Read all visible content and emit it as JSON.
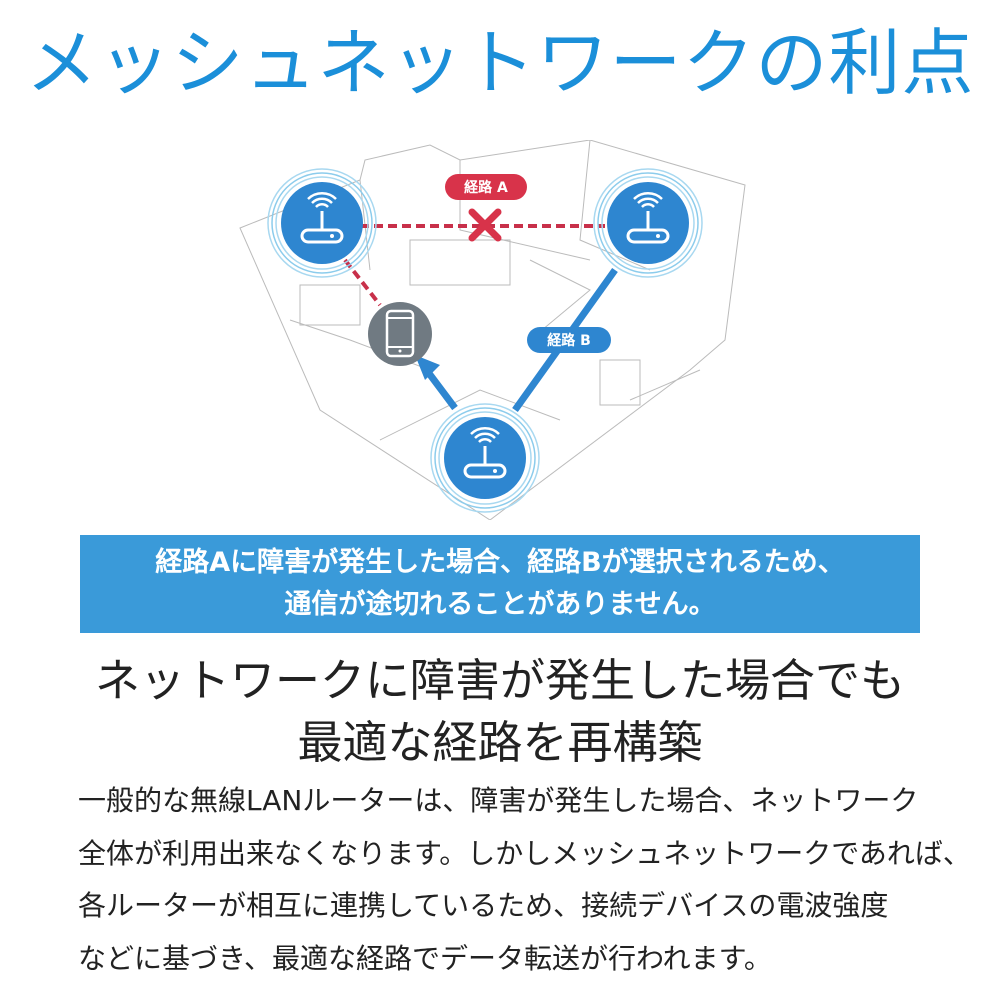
{
  "title": "メッシュネットワークの利点",
  "diagram": {
    "route_a_label": "経路 A",
    "route_b_label": "経路 B",
    "colors": {
      "blue": "#2e86d0",
      "red": "#d8334a",
      "gray": "#707a82"
    }
  },
  "banner": {
    "lines": [
      "経路Aに障害が発生した場合、経路Bが選択されるため、",
      "通信が途切れることがありません。"
    ]
  },
  "heading": {
    "lines": [
      "ネットワークに障害が発生した場合でも",
      "最適な経路を再構築"
    ]
  },
  "body": {
    "lines": [
      "一般的な無線LANルーターは、障害が発生した場合、ネットワーク",
      "全体が利用出来なくなります。しかしメッシュネットワークであれば、",
      "各ルーターが相互に連携しているため、接続デバイスの電波強度",
      "などに基づき、最適な経路でデータ転送が行われます。"
    ]
  }
}
